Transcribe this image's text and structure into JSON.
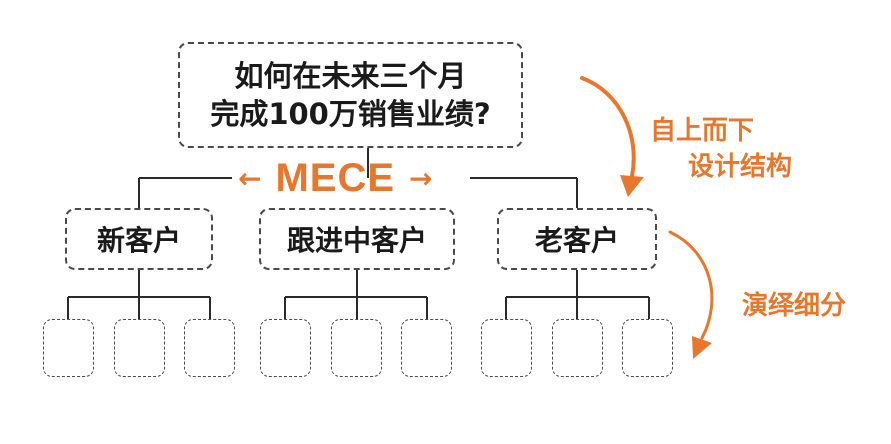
{
  "root": {
    "line1": "如何在未来三个月",
    "line2": "完成100万销售业绩?"
  },
  "mece": {
    "label": "MECE",
    "arrow_left": "←",
    "arrow_right": "→"
  },
  "categories": [
    {
      "label": "新客户"
    },
    {
      "label": "跟进中客户"
    },
    {
      "label": "老客户"
    }
  ],
  "side_notes": {
    "top_line1": "自上而下",
    "top_line2": "设计结构",
    "bottom": "演绎细分"
  },
  "colors": {
    "accent": "#e8772e",
    "line": "#2a2a2a",
    "border": "#4a4a4a"
  }
}
